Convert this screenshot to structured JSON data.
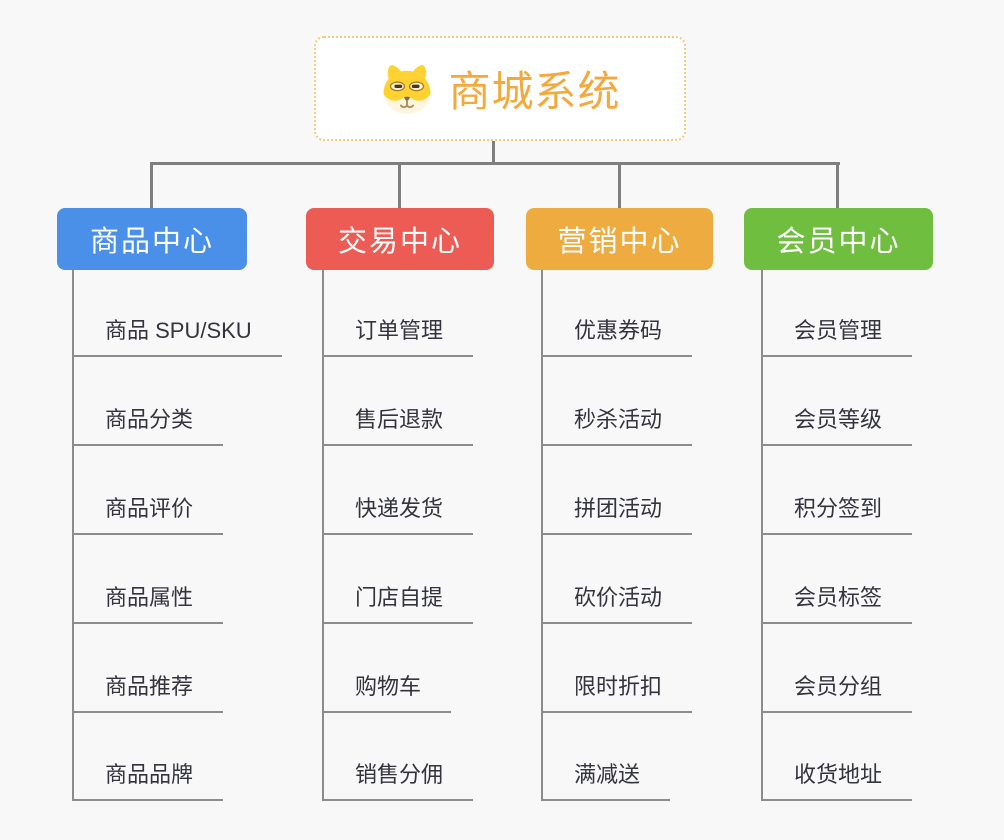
{
  "canvas": {
    "background_color": "#F8F8F8",
    "connector_color": "#7F7F7F",
    "underline_color": "#8C8C8C"
  },
  "root": {
    "label": "商城系统",
    "icon": "shiba-dog-icon",
    "text_color": "#F3A93C",
    "border_color": "#F6C97F"
  },
  "branches": [
    {
      "label": "商品中心",
      "color": "#4A90E8",
      "items": [
        "商品 SPU/SKU",
        "商品分类",
        "商品评价",
        "商品属性",
        "商品推荐",
        "商品品牌"
      ]
    },
    {
      "label": "交易中心",
      "color": "#ED5B55",
      "items": [
        "订单管理",
        "售后退款",
        "快递发货",
        "门店自提",
        "购物车",
        "销售分佣"
      ]
    },
    {
      "label": "营销中心",
      "color": "#EEAC40",
      "items": [
        "优惠券码",
        "秒杀活动",
        "拼团活动",
        "砍价活动",
        "限时折扣",
        "满减送"
      ]
    },
    {
      "label": "会员中心",
      "color": "#70BE3F",
      "items": [
        "会员管理",
        "会员等级",
        "积分签到",
        "会员标签",
        "会员分组",
        "收货地址"
      ]
    }
  ]
}
